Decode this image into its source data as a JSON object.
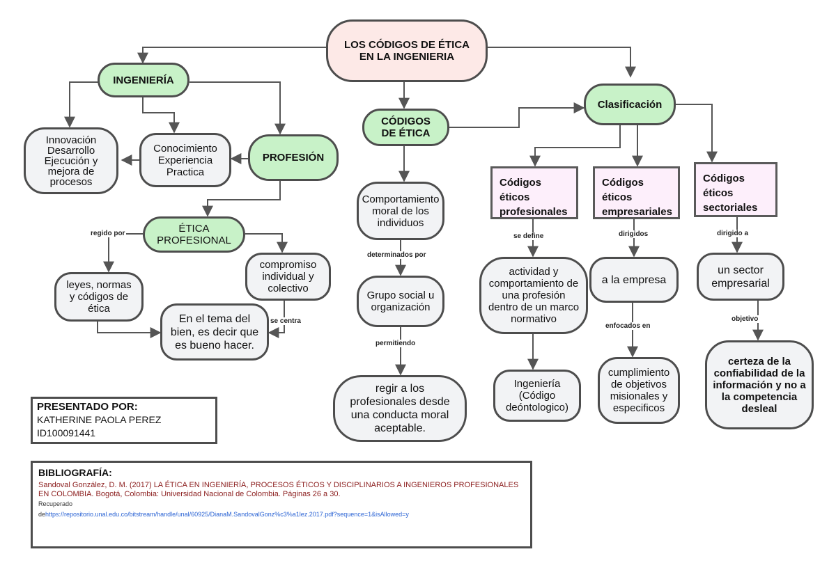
{
  "nodes": {
    "root": "LOS CÓDIGOS DE ÉTICA\nEN LA INGENIERIA",
    "ingenieria": "INGENIERÍA",
    "innovacion": "Innovación\nDesarrollo\nEjecución y\nmejora de\nprocesos",
    "conocimiento": "Conocimiento\nExperiencia\nPractica",
    "profesion": "PROFESIÓN",
    "etica_profesional": "ÉTICA\nPROFESIONAL",
    "leyes": "leyes, normas\ny códigos de\nética",
    "compromiso": "compromiso\nindividual y\ncolectivo",
    "tema_bien": "En el tema del\nbien, es decir que\nes bueno hacer.",
    "codigos_etica": "CÓDIGOS\nDE ÉTICA",
    "comportamiento": "Comportamiento\nmoral de los\nindividuos",
    "grupo_social": "Grupo social u\norganización",
    "regir": "regir a los\nprofesionales desde\nuna conducta moral\naceptable.",
    "clasificacion": "Clasificación",
    "cod_profesionales": "Códigos\néticos\nprofesionales",
    "cod_empresariales": "Códigos\néticos\nempresariales",
    "cod_sectoriales": "Códigos\néticos\nsectoriales",
    "actividad": "actividad y\ncomportamiento de\nuna profesión\ndentro de un marco\nnormativo",
    "ingenieria_codigo": "Ingeniería\n(Código\ndeóntologico)",
    "a_empresa": "a la empresa",
    "cumplimiento": "cumplimiento\nde objetivos\nmisionales y\nespecificos",
    "sector": "un sector\nempresarial",
    "certeza": "certeza de la\nconfiabilidad de la\ninformación  y no a\nla  competencia\ndesleal"
  },
  "edge_labels": {
    "regido_por": "regido por",
    "se_centra": "se centra",
    "determinados_por": "determinados por",
    "permitiendo": "permitiendo",
    "se_define": "se define",
    "dirigidos": "dirigidos",
    "enfocados_en": "enfocados en",
    "dirigido_a": "dirigido a",
    "objetivo": "objetivo"
  },
  "presented": {
    "title": "PRESENTADO  POR:",
    "name": "KATHERINE PAOLA PEREZ",
    "id": "ID100091441"
  },
  "bibliography": {
    "title": "BIBLIOGRAFÍA:",
    "citation": "Sandoval González, D. M. (2017) LA ÉTICA EN INGENIERÍA, PROCESOS ÉTICOS Y DISCIPLINARIOS A INGENIEROS PROFESIONALES EN COLOMBIA.  Bogotá, Colombia: Universidad Nacional de Colombia. Páginas 26 a 30.",
    "retrieved": "Recuperado",
    "link_prefix": "de",
    "link": "https://repositorio.unal.edu.co/bitstream/handle/unal/60925/DianaM.SandovalGonz%c3%a1lez.2017.pdf?sequence=1&isAllowed=y"
  },
  "colors": {
    "root_fill": "#fde9e7",
    "green_fill": "#c8f2c8",
    "pink_fill": "#fdeffb",
    "node_fill": "#f2f3f5",
    "stroke": "#4d4d4d",
    "citation_text": "#8b1d1d",
    "link_text": "#2a63d4"
  }
}
